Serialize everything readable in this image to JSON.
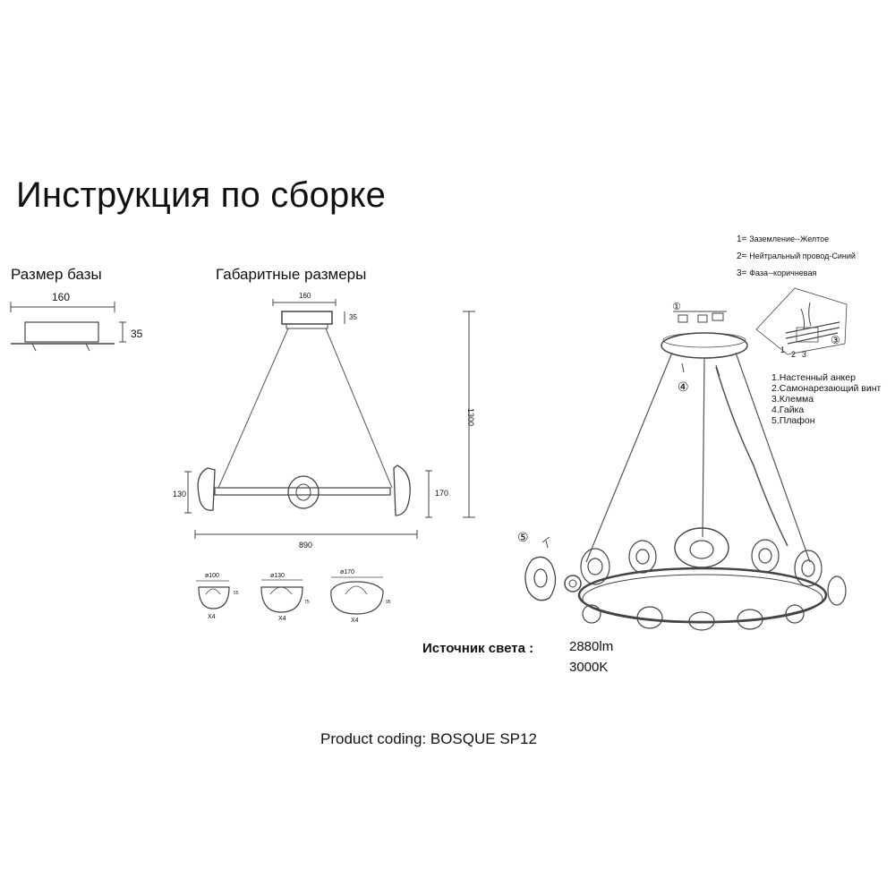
{
  "title": "Инструкция по сборке",
  "base": {
    "heading": "Размер базы",
    "width": "160",
    "height": "35"
  },
  "overall": {
    "heading": "Габаритные размеры",
    "canopy_width": "160",
    "canopy_height": "35",
    "total_height": "1300",
    "shade_height_left": "130",
    "shade_height_right": "170",
    "total_width": "890"
  },
  "shades": [
    {
      "diameter": "ø100",
      "height": "55",
      "qty": "X4"
    },
    {
      "diameter": "ø130",
      "height": "75",
      "qty": "X4"
    },
    {
      "diameter": "ø170",
      "height": "95",
      "qty": "X4"
    }
  ],
  "wiring": [
    {
      "num": "1=",
      "text": "Заземление--Желтое"
    },
    {
      "num": "2=",
      "text": "Нейтральный провод-Синий"
    },
    {
      "num": "3=",
      "text": "Фаза--коричневая"
    }
  ],
  "parts": [
    "1.Настенный анкер",
    "2.Самонарезающий винт",
    "3.Клемма",
    "4.Гайка",
    "5.Плафон"
  ],
  "callouts": {
    "c1": "①",
    "c3": "③",
    "c4": "④",
    "c5": "⑤",
    "c1b": "1",
    "c2": "2",
    "c3b": "3"
  },
  "light_source": {
    "label": "Источник света :",
    "lumens": "2880lm",
    "color_temp": "3000K"
  },
  "product_coding": "Product coding: BOSQUE SP12"
}
